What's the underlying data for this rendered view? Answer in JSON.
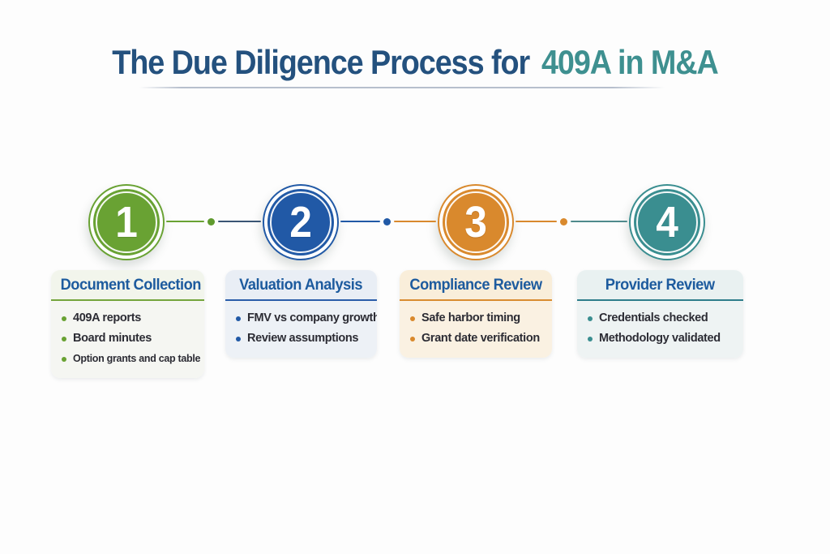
{
  "title": {
    "prefix": "The Due Diligence Process for",
    "highlight": "409A in M&A",
    "prefix_color": "#24517e",
    "highlight_color": "#3e9090"
  },
  "card_title_color": "#1d5b9e",
  "bullet_text_color": "#2c2c34",
  "steps": [
    {
      "number": "1",
      "title": "Document Collection",
      "bullets": [
        "409A reports",
        "Board minutes",
        "Option grants and cap table"
      ],
      "theme": {
        "accent": "#69a233",
        "divider": "#74a53c",
        "header_bg": "#f2f5ec",
        "card_bg": "#f5f6f2"
      }
    },
    {
      "number": "2",
      "title": "Valuation Analysis",
      "bullets": [
        "FMV vs company growth",
        "Review assumptions"
      ],
      "theme": {
        "accent": "#2159a6",
        "divider": "#2a5da9",
        "header_bg": "#e9eef5",
        "card_bg": "#edf1f6"
      }
    },
    {
      "number": "3",
      "title": "Compliance Review",
      "bullets": [
        "Safe harbor timing",
        "Grant date verification"
      ],
      "theme": {
        "accent": "#d9892d",
        "divider": "#d98c31",
        "header_bg": "#f9eeda",
        "card_bg": "#faf1e2"
      }
    },
    {
      "number": "4",
      "title": "Provider Review",
      "bullets": [
        "Credentials checked",
        "Methodology validated"
      ],
      "theme": {
        "accent": "#3a8e90",
        "divider": "#2e7d8a",
        "header_bg": "#e9f1f1",
        "card_bg": "#eef3f3"
      }
    }
  ],
  "connectors": [
    {
      "left_color": "#69a233",
      "dot_color": "#5f9a2e",
      "right_color": "#3a5574"
    },
    {
      "left_color": "#2159a6",
      "dot_color": "#2159a6",
      "right_color": "#d9892d"
    },
    {
      "left_color": "#d9892d",
      "dot_color": "#d9892d",
      "right_color": "#4f8a8c"
    }
  ]
}
